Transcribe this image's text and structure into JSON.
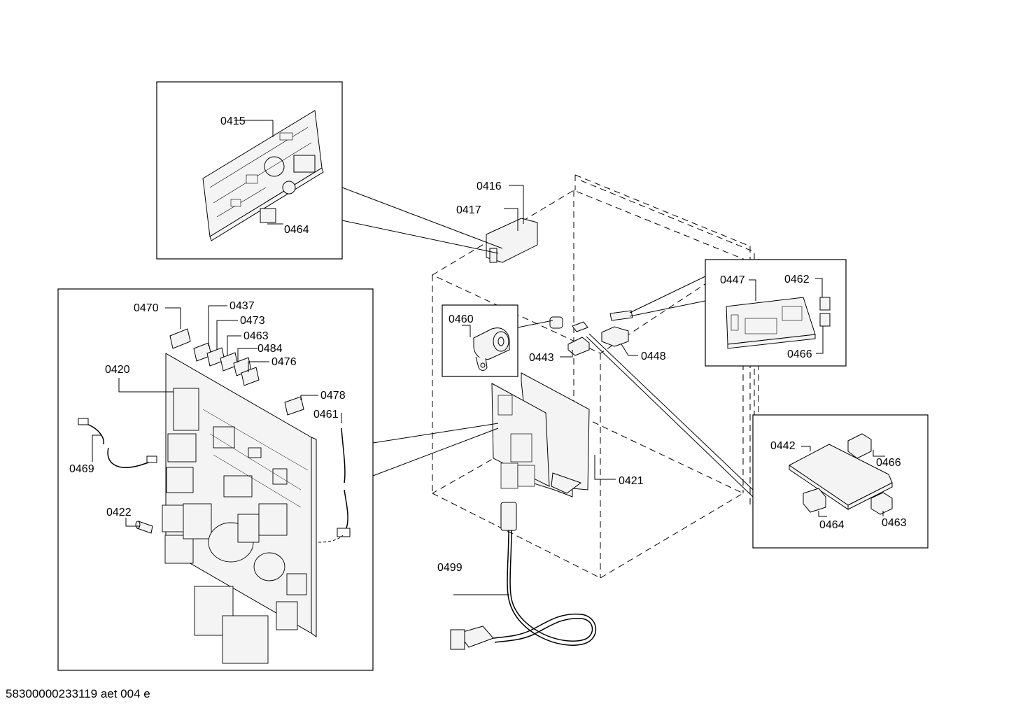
{
  "footer": "58300000233119 aet 004 e",
  "labels": {
    "p0415": "0415",
    "p0416": "0416",
    "p0417": "0417",
    "p0420": "0420",
    "p0421": "0421",
    "p0422": "0422",
    "p0437": "0437",
    "p0442": "0442",
    "p0443": "0443",
    "p0447": "0447",
    "p0448": "0448",
    "p0460": "0460",
    "p0461": "0461",
    "p0462": "0462",
    "p0463": "0463",
    "p0464": "0464",
    "p0466": "0466",
    "p0469": "0469",
    "p0470": "0470",
    "p0473": "0473",
    "p0476": "0476",
    "p0478": "0478",
    "p0484": "0484",
    "p0499": "0499"
  }
}
